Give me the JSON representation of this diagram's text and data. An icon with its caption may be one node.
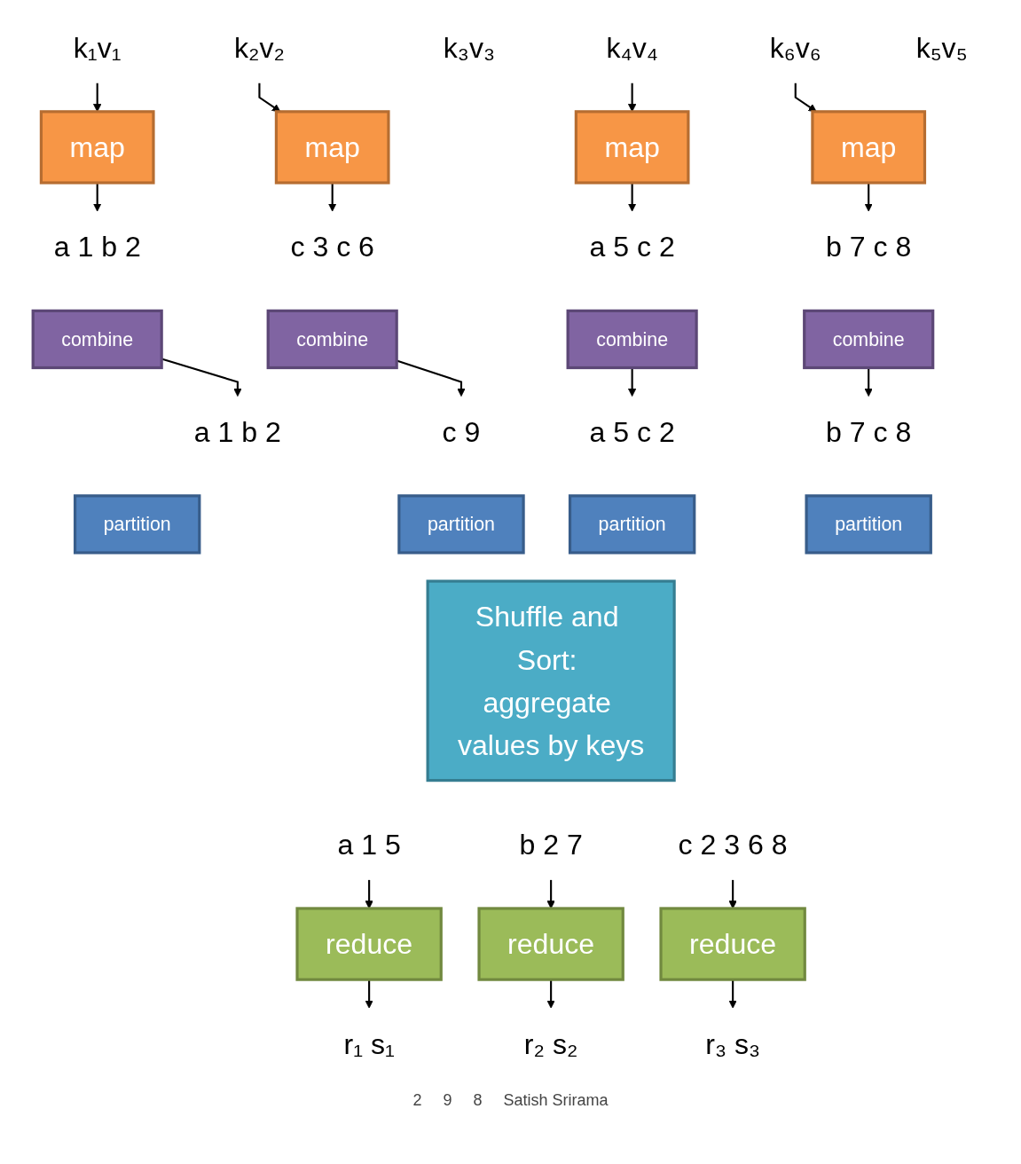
{
  "diagram": {
    "nodes": [
      {
        "text": [
          "k₁v₁"
        ]
      },
      {
        "text": [
          "k₂v₂"
        ]
      },
      {
        "text": [
          "k₃v₃"
        ]
      },
      {
        "text": [
          "k₄v₄"
        ]
      },
      {
        "text": [
          "k₅v₅"
        ]
      },
      {
        "text": [
          "k₆v₆"
        ]
      },
      {
        "text": [
          "map"
        ]
      },
      {
        "text": [
          "map"
        ]
      },
      {
        "text": [
          "map"
        ]
      },
      {
        "text": [
          "map"
        ]
      },
      {
        "text": [
          "a 1 b 2"
        ]
      },
      {
        "text": [
          "c 3 c 6"
        ]
      },
      {
        "text": [
          "a 5 c 2"
        ]
      },
      {
        "text": [
          "b 7 c 8"
        ]
      },
      {
        "text": [
          "combine"
        ]
      },
      {
        "text": [
          "combine"
        ]
      },
      {
        "text": [
          "combine"
        ]
      },
      {
        "text": [
          "combine"
        ]
      },
      {
        "text": [
          "a 1 b 2"
        ]
      },
      {
        "text": [
          "c 9"
        ]
      },
      {
        "text": [
          "a 5 c 2"
        ]
      },
      {
        "text": [
          "b 7 c 8"
        ]
      },
      {
        "text": [
          "partition"
        ]
      },
      {
        "text": [
          "partition"
        ]
      },
      {
        "text": [
          "partition"
        ]
      },
      {
        "text": [
          "partition"
        ]
      },
      {
        "text": [
          "Shuffle and Sort: aggregate values by keys"
        ]
      },
      {
        "text": [
          "a 1 5"
        ]
      },
      {
        "text": [
          "b 2 7"
        ]
      },
      {
        "text": [
          "c 2 3 6 8"
        ]
      },
      {
        "text": [
          "reduce"
        ]
      },
      {
        "text": [
          "reduce"
        ]
      },
      {
        "text": [
          "reduce"
        ]
      },
      {
        "text": [
          "r₁ s₁"
        ]
      },
      {
        "text": [
          "r₂ s₂"
        ]
      },
      {
        "text": [
          "r₃ s₃"
        ]
      }
    ],
    "edges": [
      {
        "from": 0,
        "to": 6,
        "arrow": "to"
      },
      {
        "from": 1,
        "to": 7,
        "arrow": "to"
      },
      {
        "from": 3,
        "to": 8,
        "arrow": "to"
      },
      {
        "from": 5,
        "to": 9,
        "arrow": "to"
      },
      {
        "from": 6,
        "to": 10,
        "arrow": "to"
      },
      {
        "from": 7,
        "to": 11,
        "arrow": "to"
      },
      {
        "from": 8,
        "to": 12,
        "arrow": "to"
      },
      {
        "from": 9,
        "to": 13,
        "arrow": "to"
      },
      {
        "from": 14,
        "to": 18,
        "arrow": "to"
      },
      {
        "from": 15,
        "to": 19,
        "arrow": "to"
      },
      {
        "from": 16,
        "to": 20,
        "arrow": "to"
      },
      {
        "from": 17,
        "to": 21,
        "arrow": "to"
      },
      {
        "from": 27,
        "to": 30,
        "arrow": "to"
      },
      {
        "from": 28,
        "to": 31,
        "arrow": "to"
      },
      {
        "from": 29,
        "to": 32,
        "arrow": "to"
      },
      {
        "from": 30,
        "to": 33,
        "arrow": "to"
      },
      {
        "from": 31,
        "to": 34,
        "arrow": "to"
      },
      {
        "from": 32,
        "to": 35,
        "arrow": "to"
      }
    ],
    "labels": [
      "2",
      "9",
      "8",
      "Satish Srirama"
    ]
  }
}
